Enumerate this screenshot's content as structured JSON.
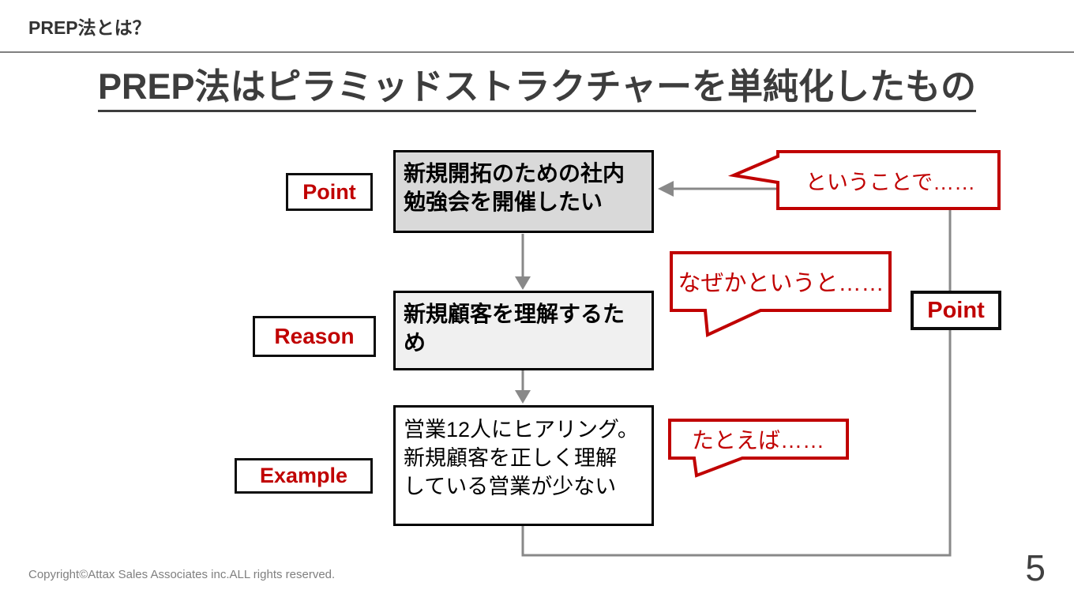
{
  "slide": {
    "header_title": "PREP法とは？",
    "main_title": "PREP法はピラミッドストラクチャーを単純化したもの",
    "footer_copyright": "Copyright©Attax Sales Associates inc.ALL rights reserved.",
    "page_number": "5"
  },
  "diagram": {
    "rows": [
      {
        "label": "Point",
        "content_lines": [
          "新規開拓のための社内",
          "勉強会を開催したい"
        ],
        "callout": "ということで……"
      },
      {
        "label": "Reason",
        "content_lines": [
          "新規顧客を理解するた",
          "め"
        ],
        "callout": "なぜかというと……"
      },
      {
        "label": "Example",
        "content_lines": [
          "営業12人にヒアリング。",
          "新規顧客を正しく理解",
          "している営業が少ない"
        ],
        "callout": "たとえば……"
      }
    ],
    "right_point_label": "Point"
  },
  "colors": {
    "accent_red": "#C00000",
    "box_border": "#000000",
    "point_box_fill": "#D9D9D9",
    "reason_box_fill": "#F0F0F0",
    "example_box_fill": "#FFFFFF",
    "connector_gray": "#898989",
    "title_gray": "#3D3D3D"
  }
}
